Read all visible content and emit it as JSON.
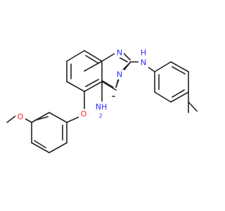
{
  "molecule": {
    "atom_labels": {
      "n1": "N",
      "n3": "N",
      "nh": "N",
      "h": "H",
      "nh2": "NH",
      "sub2": "2",
      "o_ether": "O",
      "o_methoxy": "O"
    },
    "colors": {
      "bond": "#222222",
      "nitrogen": "#2c2cff",
      "oxygen": "#ff2020"
    }
  }
}
